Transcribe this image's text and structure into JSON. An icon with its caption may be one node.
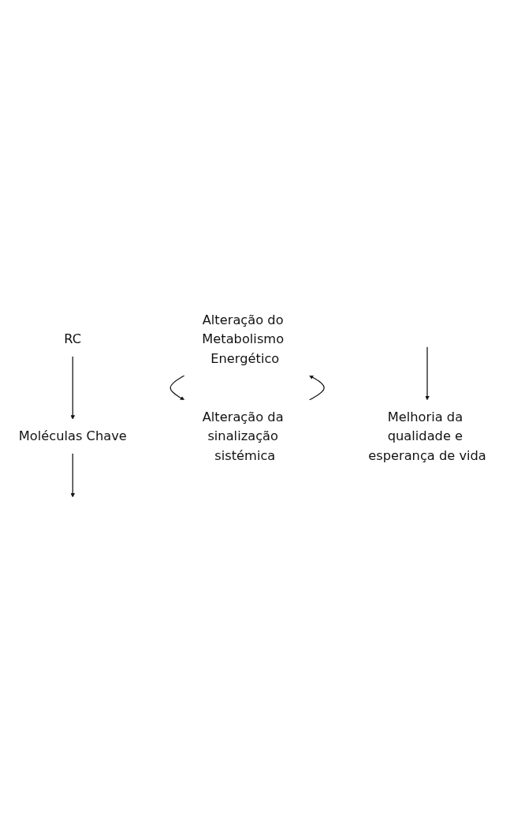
{
  "diagram": {
    "nodes": [
      {
        "text": [
          "RC"
        ]
      },
      {
        "text": [
          "Moléculas Chave"
        ]
      },
      {
        "text": [
          "Alteração do Metabolismo Energético"
        ]
      },
      {
        "text": [
          "Alteração da sinalização sistémica"
        ]
      },
      {
        "text": [
          "Melhoria da qualidade e esperança de vida"
        ]
      }
    ],
    "edges": [
      {
        "from": 0,
        "to": 1,
        "arrow": "to"
      },
      {
        "from": 1,
        "to": null,
        "arrow": "to"
      },
      {
        "from": 2,
        "to": 3,
        "arrow": "to"
      },
      {
        "from": 3,
        "to": 2,
        "arrow": "to"
      },
      {
        "from": null,
        "to": 4,
        "arrow": "to"
      }
    ]
  }
}
